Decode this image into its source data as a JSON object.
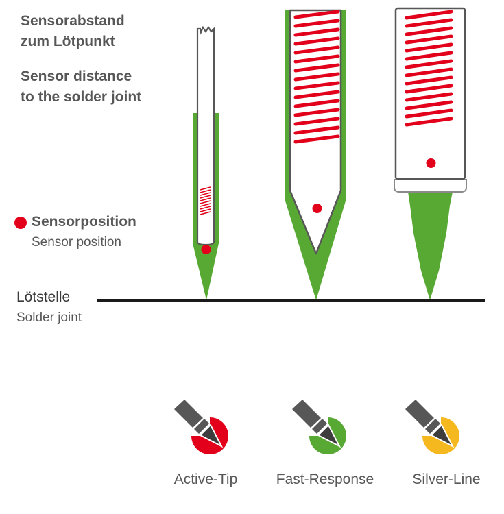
{
  "header": {
    "title_de_line1": "Sensorabstand",
    "title_de_line2": "zum Lötpunkt",
    "title_en_line1": "Sensor distance",
    "title_en_line2": "to the solder joint"
  },
  "legend": {
    "label_de": "Sensorposition",
    "label_en": "Sensor position"
  },
  "joint": {
    "label_de": "Lötstelle",
    "label_en": "Solder joint"
  },
  "tips": [
    {
      "label": "Active-Tip",
      "pie_color": "#e2001a",
      "pie_fill": 0.75
    },
    {
      "label": "Fast-Response",
      "pie_color": "#57a933",
      "pie_fill": 0.75
    },
    {
      "label": "Silver-Line",
      "pie_color": "#f5b81f",
      "pie_fill": 0.75
    }
  ],
  "colors": {
    "green": "#57a933",
    "red": "#e2001a",
    "gray": "#575757",
    "dark_line": "#1a1a1a"
  }
}
